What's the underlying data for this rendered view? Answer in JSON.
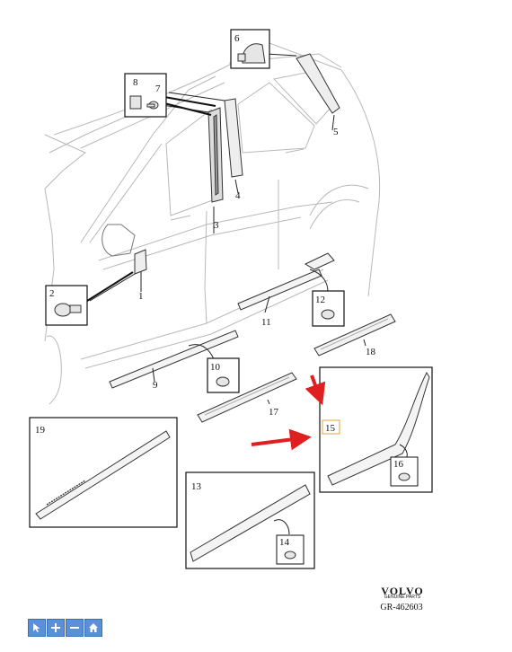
{
  "part_labels": {
    "p1": "1",
    "p2": "2",
    "p3": "3",
    "p4": "4",
    "p5": "5",
    "p6": "6",
    "p7": "7",
    "p8": "8",
    "p9": "9",
    "p10": "10",
    "p11": "11",
    "p12": "12",
    "p13": "13",
    "p14": "14",
    "p15": "15",
    "p16": "16",
    "p17": "17",
    "p18": "18",
    "p19": "19"
  },
  "brand": {
    "name": "VOLVO",
    "tagline": "GENUINE PARTS",
    "part_number": "GR-462603"
  },
  "toolbar": {
    "select_icon": "cursor-icon",
    "zoom_in_icon": "plus-icon",
    "zoom_out_icon": "minus-icon",
    "home_icon": "home-icon"
  },
  "colors": {
    "arrow": "#e02020",
    "toolbar": "#5b8fd6",
    "highlight_box": "#e8a040"
  }
}
